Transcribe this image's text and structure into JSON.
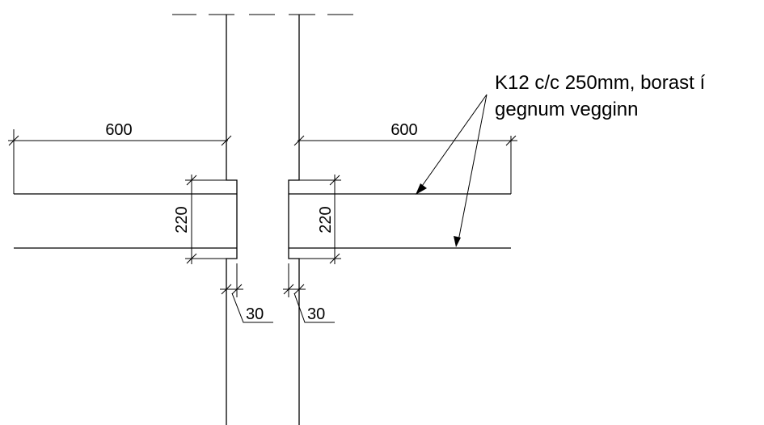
{
  "note": {
    "line1": "K12 c/c 250mm, borast í",
    "line2": "gegnum vegginn"
  },
  "dimensions": {
    "left_width": "600",
    "right_width": "600",
    "left_height": "220",
    "right_height": "220",
    "left_offset": "30",
    "right_offset": "30"
  }
}
